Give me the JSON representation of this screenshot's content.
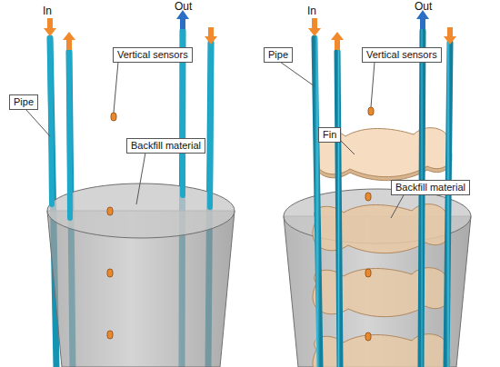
{
  "diagram": {
    "nodes": [
      {
        "text": [
          "Pipe"
        ]
      },
      {
        "text": [
          "Vertical sensors"
        ]
      },
      {
        "text": [
          "Backfill material"
        ]
      },
      {
        "text": [
          "Pipe"
        ]
      },
      {
        "text": [
          "Vertical sensors"
        ]
      },
      {
        "text": [
          "Fin"
        ]
      },
      {
        "text": [
          "Backfill material"
        ]
      }
    ],
    "labels": [
      "In",
      "Out",
      "In",
      "Out"
    ]
  }
}
